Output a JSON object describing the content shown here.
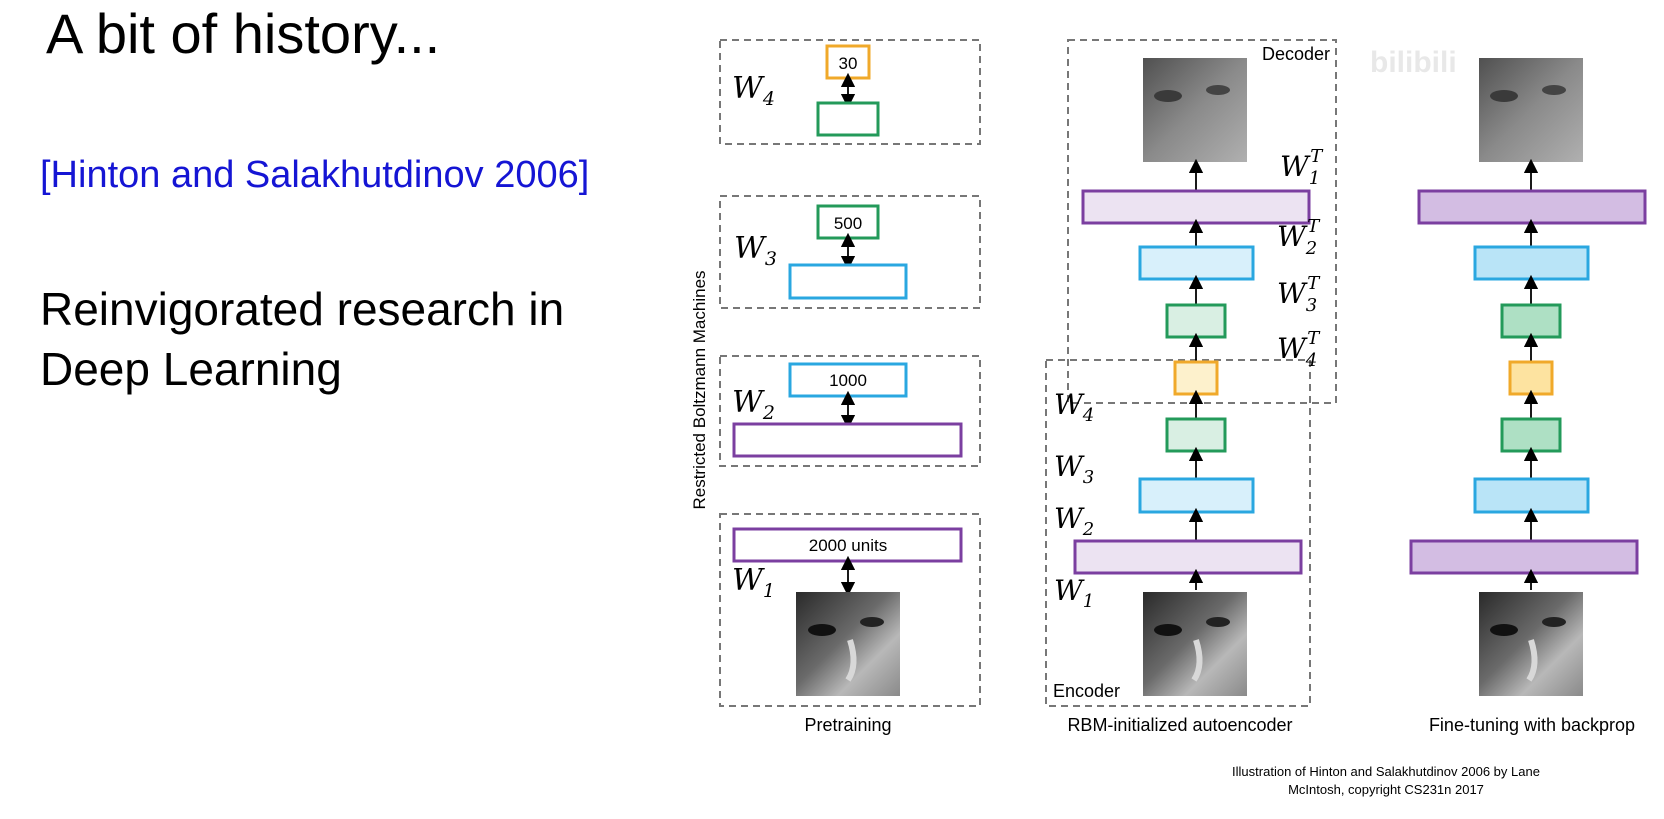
{
  "slide": {
    "title": "A bit of history...",
    "citation": "[Hinton and Salakhutdinov 2006]",
    "body_line1": "Reinvigorated research in",
    "body_line2": "Deep Learning"
  },
  "figure": {
    "rbm_label": "Restricted Boltzmann Machines",
    "captions": {
      "pretraining": "Pretraining",
      "autoencoder": "RBM-initialized autoencoder",
      "finetune": "Fine-tuning with backprop"
    },
    "decoder_label": "Decoder",
    "encoder_label": "Encoder",
    "layer_labels": {
      "l30": "30",
      "l500": "500",
      "l1000": "1000",
      "l2000": "2000 units"
    },
    "weights": [
      "W",
      "W",
      "W",
      "W"
    ],
    "weight_subscripts": [
      "4",
      "3",
      "2",
      "1"
    ],
    "transpose_mark": "T",
    "credit_line1": "Illustration of Hinton and Salakhutdinov 2006  by Lane",
    "credit_line2": "McIntosh, copyright CS231n 2017",
    "colors": {
      "purple": "#7b3fa0",
      "blue": "#2aa7e0",
      "green": "#239a5a",
      "orange": "#f0a92a",
      "dash": "#777777",
      "citation": "#1515d4"
    },
    "watermark": "bilibili"
  }
}
